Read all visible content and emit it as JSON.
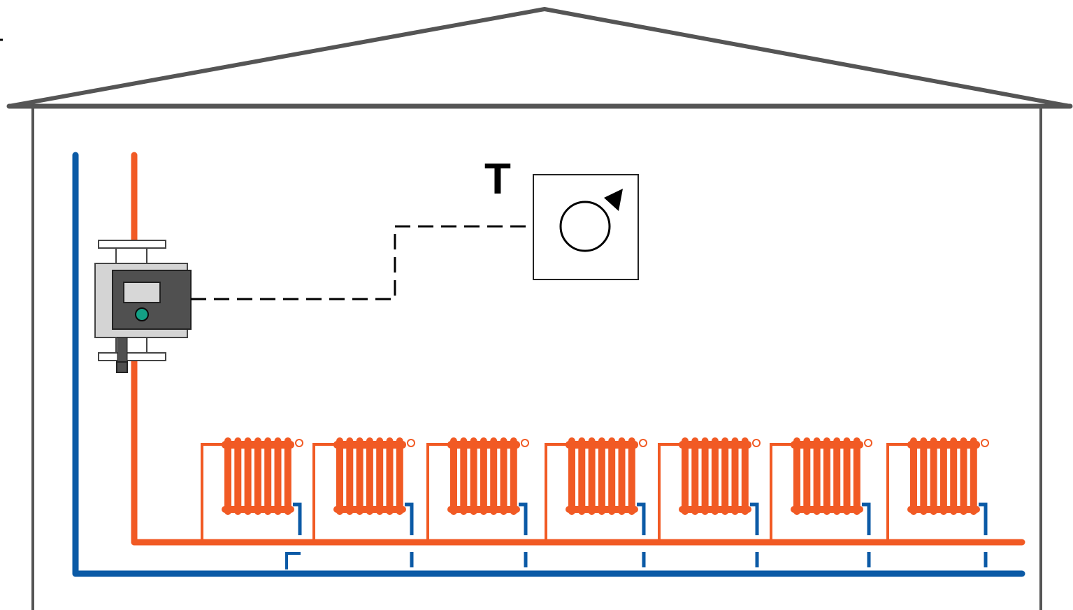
{
  "diagram": {
    "thermostat_label": "T"
  },
  "colors": {
    "house_outline": "#555555",
    "supply_pipe": "#f15a24",
    "return_pipe": "#0b5aa6",
    "pump_body": "#505050",
    "pump_housing": "#d4d4d4",
    "pump_indicator": "#13a085",
    "control_line": "#000000"
  },
  "components": {
    "pump": "circulation-pump",
    "thermostat": "room-thermostat",
    "radiator_count": 7,
    "radiator_valve_icon": "thermostatic-valve-icon"
  }
}
